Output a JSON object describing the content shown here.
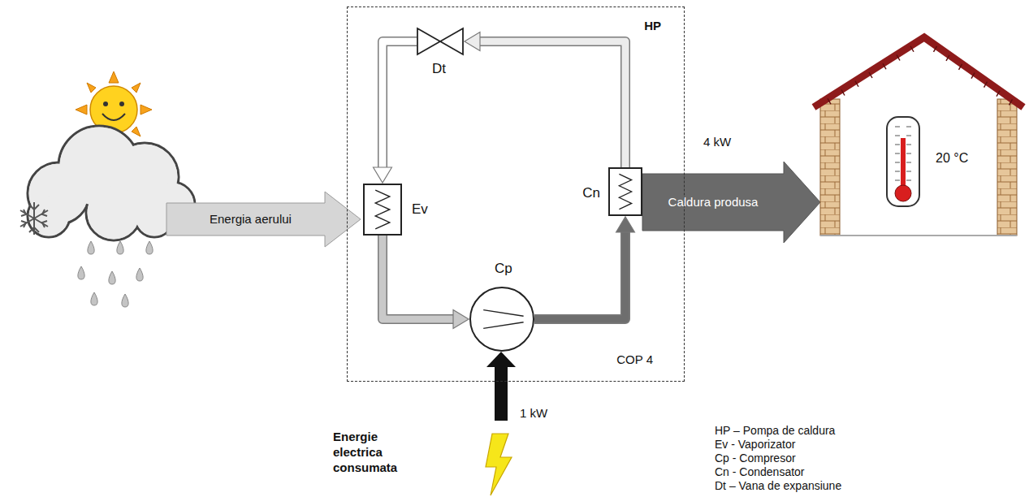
{
  "diagram": {
    "nodes": [
      {
        "text": [
          "HP",
          "COP 4"
        ]
      },
      {
        "text": [
          "Ev"
        ],
        "in": 0
      },
      {
        "text": [
          "Cp"
        ],
        "in": 0
      },
      {
        "text": [
          "Cn"
        ],
        "in": 0
      },
      {
        "text": [
          "Dt"
        ],
        "in": 0
      },
      {
        "text": [
          "20 °C"
        ]
      }
    ],
    "edges": [
      {
        "from": 1,
        "to": 2,
        "arrow": "to"
      },
      {
        "from": 2,
        "to": 3,
        "arrow": "to"
      },
      {
        "from": 3,
        "to": 4,
        "arrow": "to"
      },
      {
        "from": 4,
        "to": 1,
        "arrow": "to"
      },
      {
        "from": 3,
        "to": 5,
        "label": "Caldura produsa",
        "arrow": "to"
      }
    ],
    "labels": [
      "Energia aerului",
      "4 kW",
      "1 kW",
      "Energie electrica consumata",
      "HP – Pompa de caldura",
      "Ev - Vaporizator",
      "Cp - Compresor",
      "Cn - Condensator",
      "Dt – Vana de expansiune"
    ]
  }
}
